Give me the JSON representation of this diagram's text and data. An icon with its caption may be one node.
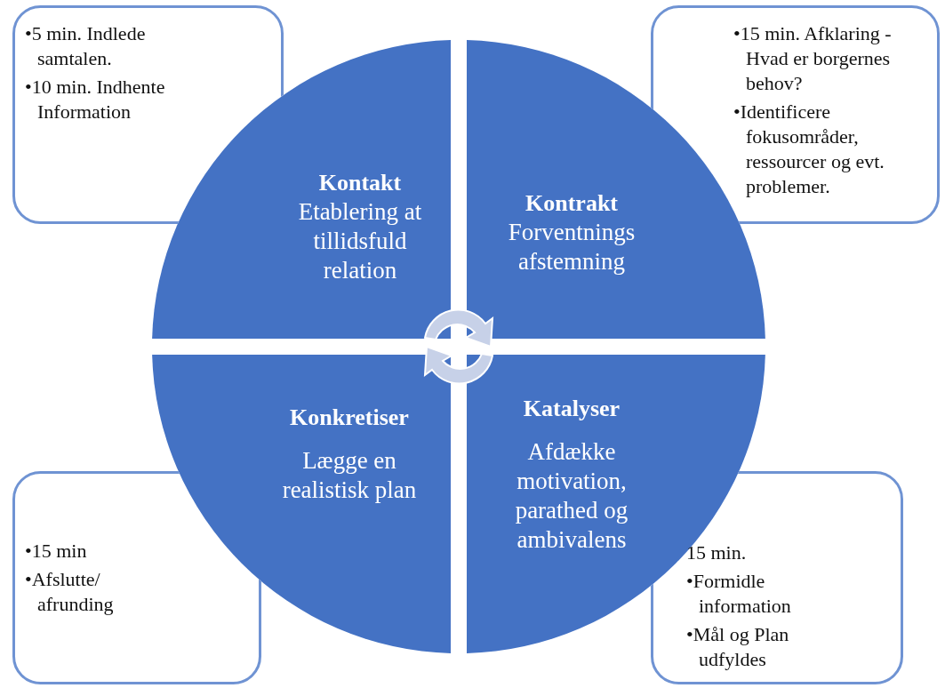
{
  "diagram": {
    "nodes": [
      {
        "text": [
          "•5 min. Indlede samtalen.",
          "•10 min. Indhente Information"
        ]
      },
      {
        "text": [
          "•15 min. Afklaring - Hvad er borgernes behov?",
          "•Identificere fokusområder, ressourcer og evt. problemer."
        ]
      },
      {
        "text": [
          "Kontakt",
          "Etablering at tillidsfuld relation"
        ]
      },
      {
        "text": [
          "Kontrakt",
          "Forventnings afstemning"
        ]
      },
      {
        "text": [
          "Konkretiser",
          "Lægge en realistisk plan"
        ]
      },
      {
        "text": [
          "Katalyser",
          "Afdække motivation, parathed og ambivalens"
        ]
      },
      {
        "text": [
          "•15 min",
          "•Afslutte/ afrunding"
        ]
      },
      {
        "text": [
          "15 min.",
          "•Formidle information",
          "•Mål og Plan udfyldes"
        ]
      }
    ]
  }
}
